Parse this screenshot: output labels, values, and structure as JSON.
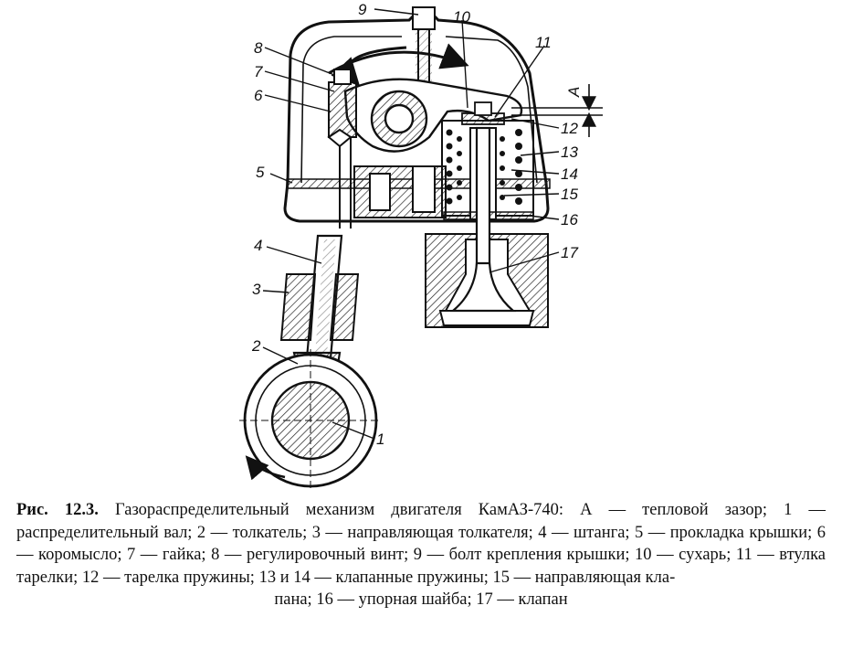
{
  "labels": {
    "l1": "1",
    "l2": "2",
    "l3": "3",
    "l4": "4",
    "l5": "5",
    "l6": "6",
    "l7": "7",
    "l8": "8",
    "l9": "9",
    "l10": "10",
    "l11": "11",
    "l12": "12",
    "l13": "13",
    "l14": "14",
    "l15": "15",
    "l16": "16",
    "l17": "17",
    "lA": "A"
  },
  "caption": {
    "fig": "Рис. 12.3.",
    "body": "Газораспределительный механизм двигателя КамАЗ-740: А — тепловой зазор; 1 — распределительный вал; 2 — толкатель; 3 — направляющая толкателя; 4 — штанга; 5 — прокладка крышки; 6 — коромысло; 7 — гайка; 8 — регулировочный винт; 9 — болт крепления крышки; 10 — сухарь; 11 — втулка тарелки; 12 — тарелка пружины; 13 и 14 — клапанные пружины; 15 — направляющая кла-",
    "last": "пана; 16 — упорная шайба; 17 — клапан"
  }
}
